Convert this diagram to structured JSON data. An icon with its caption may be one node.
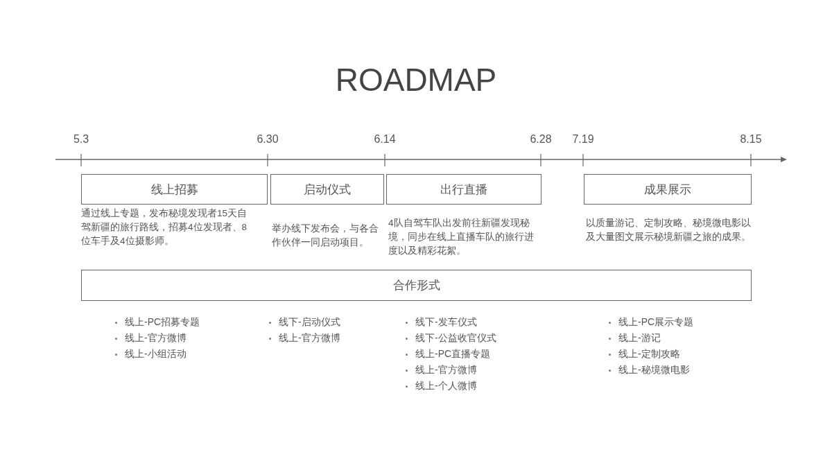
{
  "diagram": {
    "title": "ROADMAP",
    "nodes": [
      {
        "text": [
          "线上招募"
        ],
        "beside": [
          "通过线上专题，发布秘境发现者15天自驾新疆的旅行路线，招募4位发现者、8位车手及4位摄影师。"
        ]
      },
      {
        "text": [
          "启动仪式"
        ],
        "beside": [
          "举办线下发布会，与各合作伙伴一同启动项目。"
        ]
      },
      {
        "text": [
          "出行直播"
        ],
        "beside": [
          "4队自驾车队出发前往新疆发现秘境，同步在线上直播车队的旅行进度以及精彩花絮。"
        ]
      },
      {
        "text": [
          "成果展示"
        ],
        "beside": [
          "以质量游记、定制攻略、秘境微电影以及大量图文展示秘境新疆之旅的成果。"
        ]
      },
      {
        "text": [
          "合作形式"
        ]
      }
    ],
    "edges": [],
    "labels": [
      "5.3",
      "6.30",
      "6.14",
      "6.28",
      "7.19",
      "8.15",
      "线上-PC招募专题",
      "线上-官方微博",
      "线上-小组活动",
      "线下-启动仪式",
      "线上-官方微博",
      "线下-发车仪式",
      "线下-公益收官仪式",
      "线上-PC直播专题",
      "线上-官方微博",
      "线上-个人微博",
      "线上-PC展示专题",
      "线上-游记",
      "线上-定制攻略",
      "线上-秘境微电影"
    ]
  }
}
